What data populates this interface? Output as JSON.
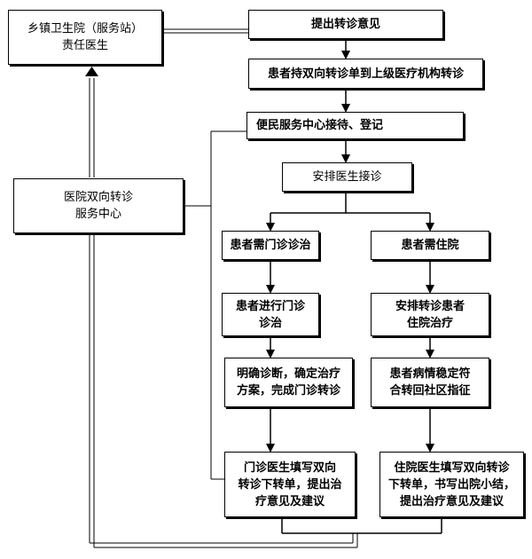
{
  "boxes": {
    "township_clinic": "乡镇卫生院（服务站）\n责任医生",
    "propose_referral": "提出转诊意见",
    "patient_holds_form": "患者持双向转诊单到上级医疗机构转诊",
    "service_center_reception": "便民服务中心接待、登记",
    "hospital_referral_center": "医院双向转诊\n服务中心",
    "arrange_doctor": "安排医生接诊",
    "needs_outpatient": "患者需门诊诊治",
    "needs_inpatient": "患者需住院",
    "outpatient_treatment": "患者进行门诊\n诊治",
    "arrange_inpatient": "安排转诊患者\n住院治疗",
    "clear_diagnosis": "明确诊断，确定治疗\n方案，完成门诊转诊",
    "stable_condition": "患者病情稳定符\n合转回社区指征",
    "outpatient_doctor_form": "门诊医生填写双向\n转诊下转单，提出治\n疗意见及建议",
    "inpatient_doctor_form": "住院医生填写双向转诊\n下转单，书写出院小结，\n提出治疗意见及建议"
  }
}
